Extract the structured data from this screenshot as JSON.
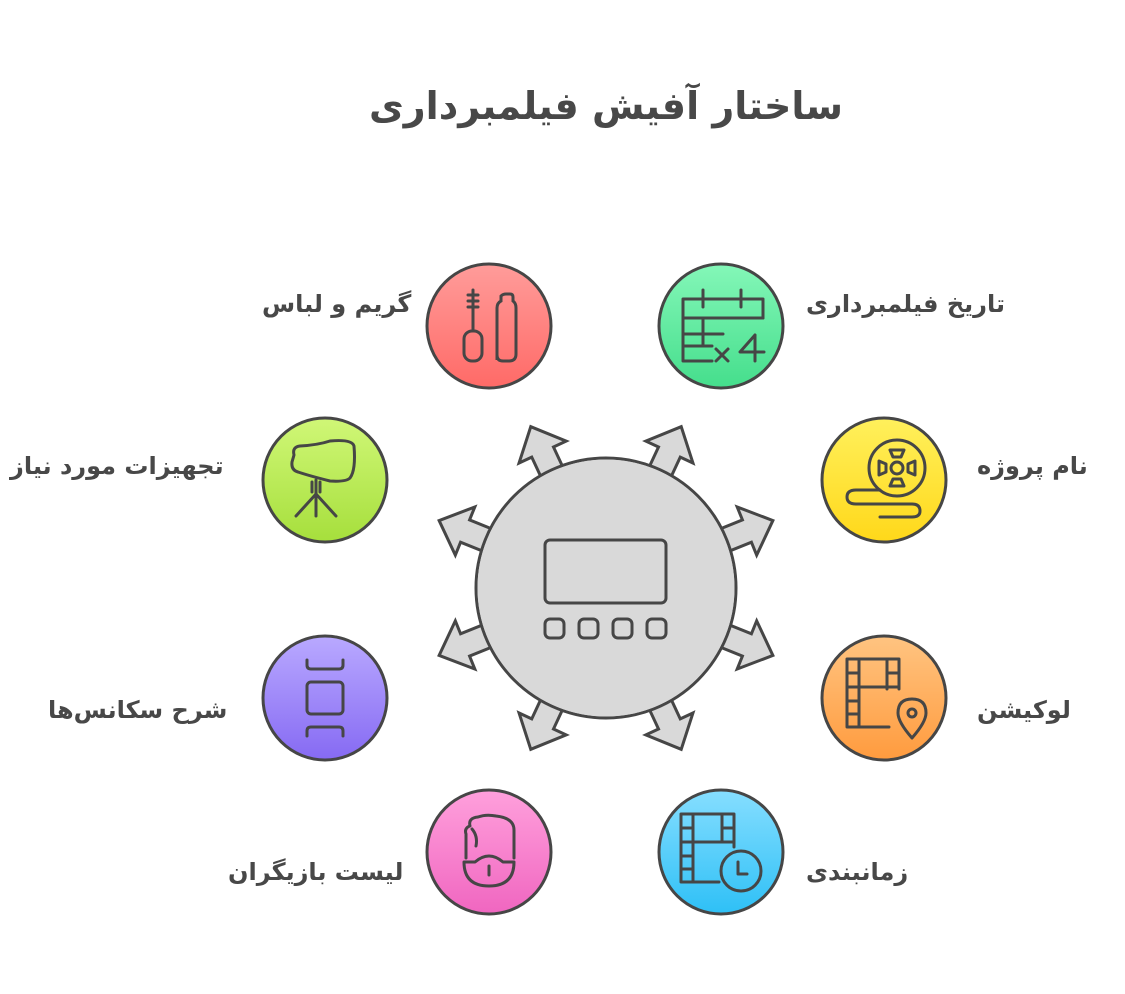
{
  "title": "ساختار آفیش فیلمبرداری",
  "hub": {
    "icon": "clapper-monitor-icon",
    "fill": "#d9d9d9",
    "stroke": "#464646"
  },
  "nodes": [
    {
      "id": "makeup",
      "label": "گریم و لباس",
      "icon": "mascara-icon",
      "color_top": "#ff9a98",
      "color_bottom": "#ff6b68"
    },
    {
      "id": "shoot-date",
      "label": "تاریخ فیلمبرداری",
      "icon": "calendar-x4-icon",
      "color_top": "#7ff5b4",
      "color_bottom": "#48e08f"
    },
    {
      "id": "equipment",
      "label": "تجهیزات مورد نیاز",
      "icon": "camera-tripod-icon",
      "color_top": "#cbf56f",
      "color_bottom": "#a9e13f"
    },
    {
      "id": "project-name",
      "label": "نام پروژه",
      "icon": "film-reel-icon",
      "color_top": "#ffee55",
      "color_bottom": "#ffd91e"
    },
    {
      "id": "sequences",
      "label": "شرح سکانس‌ها",
      "icon": "sequence-frames-icon",
      "color_top": "#b4a3ff",
      "color_bottom": "#8a6ef5"
    },
    {
      "id": "location",
      "label": "لوکیشن",
      "icon": "film-location-pin-icon",
      "color_top": "#ffc07a",
      "color_bottom": "#ff9d42"
    },
    {
      "id": "cast",
      "label": "لیست بازیگران",
      "icon": "actor-face-icon",
      "color_top": "#ff9ad8",
      "color_bottom": "#f26bc2"
    },
    {
      "id": "schedule",
      "label": "زمانبندی",
      "icon": "film-clock-icon",
      "color_top": "#7fdcff",
      "color_bottom": "#32c2f7"
    }
  ]
}
